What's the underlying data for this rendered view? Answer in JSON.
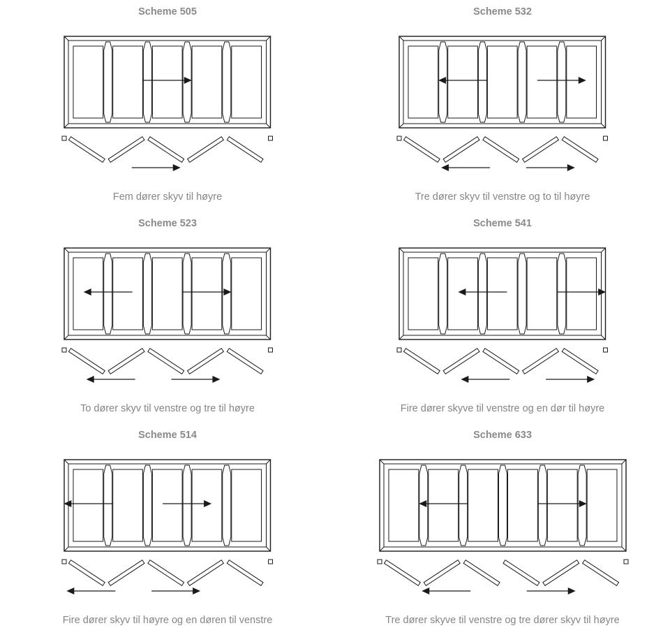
{
  "schemes": [
    {
      "title": "Scheme 505",
      "caption": "Fem dører skyv til høyre",
      "panels": 5,
      "left_count": 0,
      "right_count": 5
    },
    {
      "title": "Scheme 532",
      "caption": "Tre dører skyv til venstre og to til høyre",
      "panels": 5,
      "left_count": 3,
      "right_count": 2
    },
    {
      "title": "Scheme 523",
      "caption": "To dører skyv til venstre og tre til høyre",
      "panels": 5,
      "left_count": 2,
      "right_count": 3
    },
    {
      "title": "Scheme 541",
      "caption": "Fire dører skyve til venstre og en dør til høyre",
      "panels": 5,
      "left_count": 4,
      "right_count": 1
    },
    {
      "title": "Scheme 514",
      "caption": "Fire dører skyv til høyre og en døren til venstre",
      "panels": 5,
      "left_count": 1,
      "right_count": 4
    },
    {
      "title": "Scheme 633",
      "caption": "Tre dører skyve til venstre og tre dører skyv til høyre",
      "panels": 6,
      "left_count": 3,
      "right_count": 3
    }
  ],
  "colors": {
    "line": "#1a1a1a",
    "title": "#8a8a8a",
    "caption": "#858585"
  }
}
